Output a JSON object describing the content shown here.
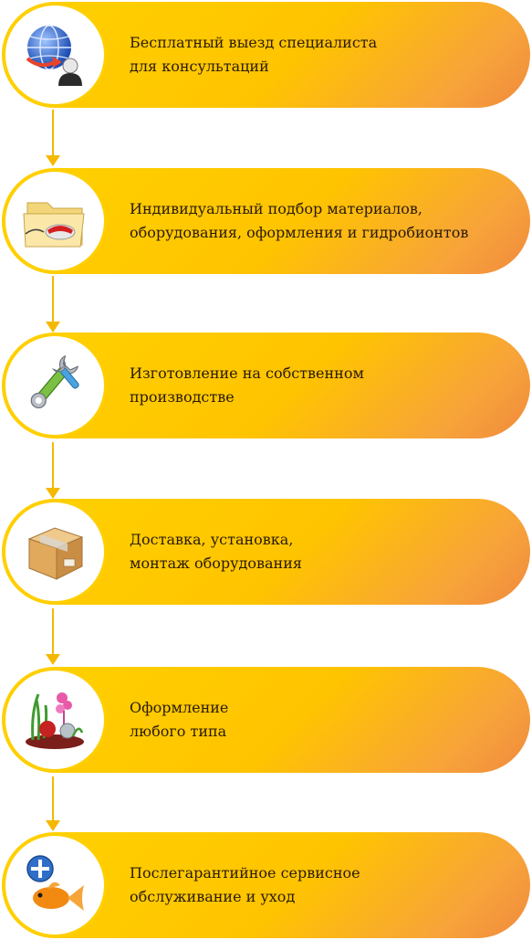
{
  "steps": [
    {
      "icon": "globe-user-icon",
      "line1": "Бесплатный выезд специалиста",
      "line2": "для консультаций"
    },
    {
      "icon": "folder-mouse-icon",
      "line1": "Индивидуальный подбор материалов,",
      "line2": "оборудования, оформления и гидробионтов"
    },
    {
      "icon": "wrench-tools-icon",
      "line1": "Изготовление на собственном",
      "line2": "производстве"
    },
    {
      "icon": "package-box-icon",
      "line1": "Доставка, установка,",
      "line2": "монтаж оборудования"
    },
    {
      "icon": "aquarium-plants-icon",
      "line1": "Оформление",
      "line2": "любого типа"
    },
    {
      "icon": "goldfish-plus-icon",
      "line1": "Послегарантийное сервисное",
      "line2": "обслуживание и уход"
    }
  ],
  "colors": {
    "pill_start": "#ffd200",
    "pill_end": "#f08a3e",
    "arrow": "#f5b800"
  }
}
